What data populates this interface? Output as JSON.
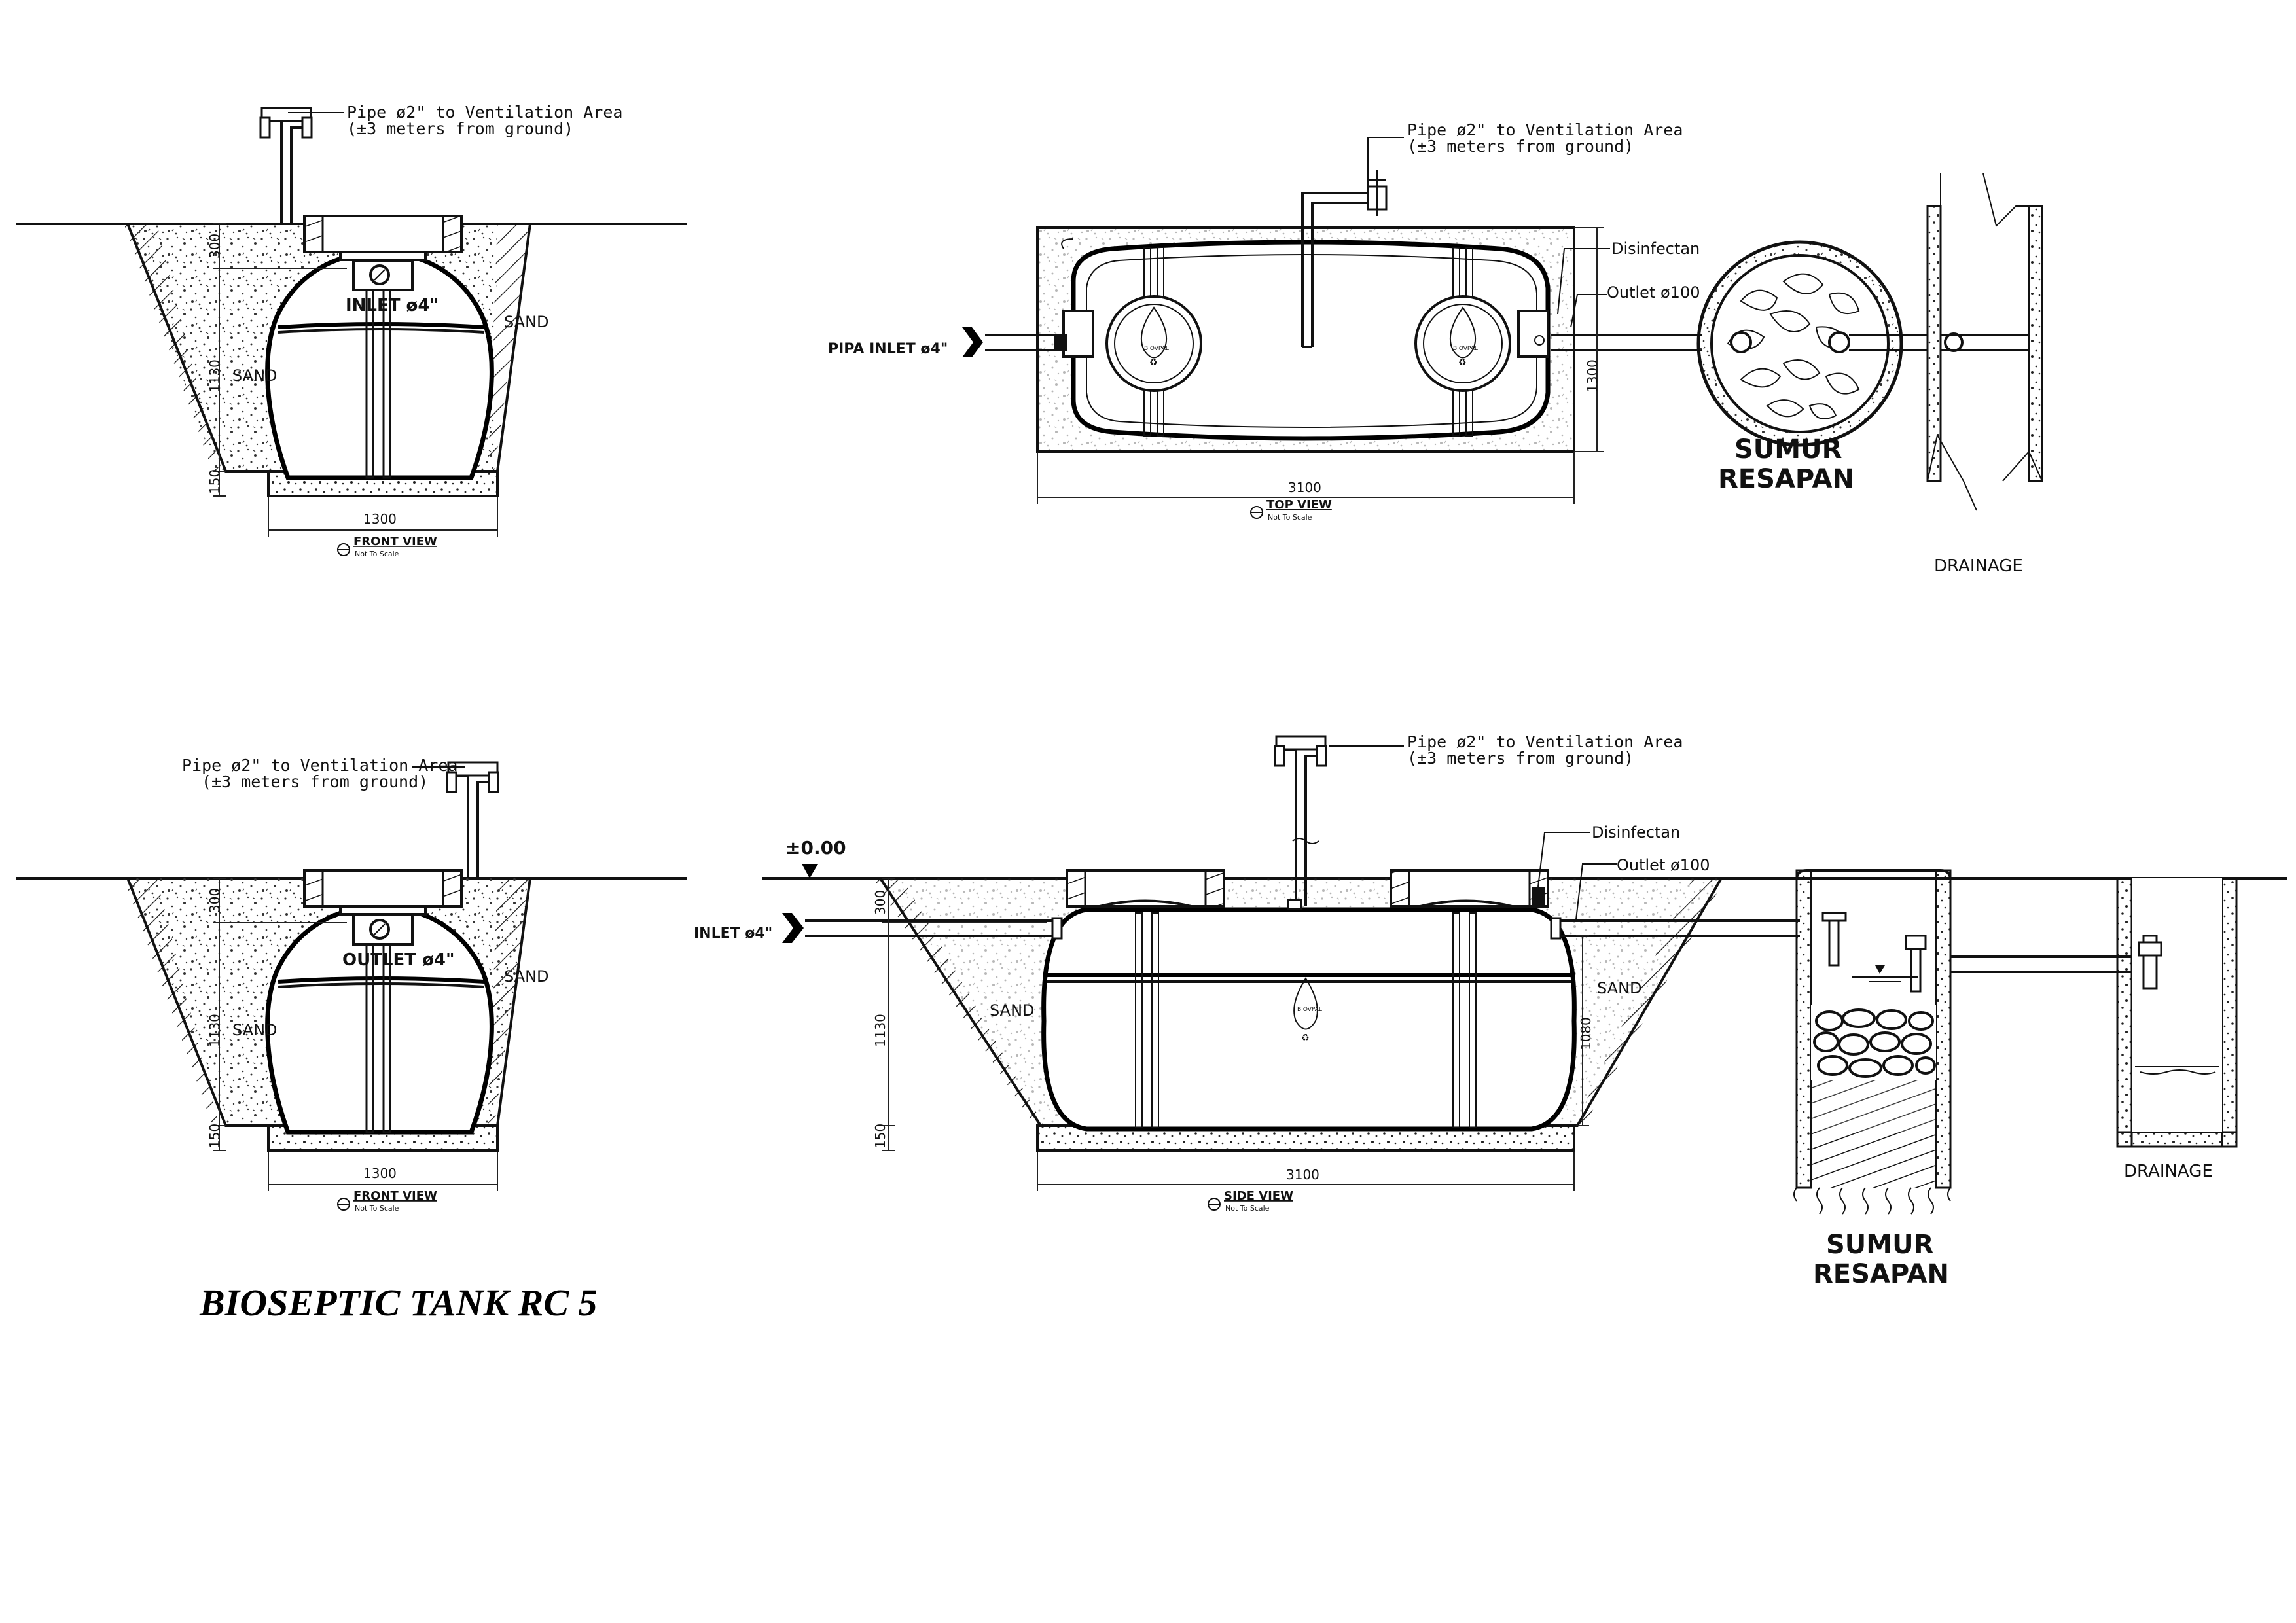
{
  "title": "BIOSEPTIC TANK RC 5",
  "front_view_top": {
    "pipe_label_1": "Pipe ø2\" to Ventilation Area",
    "pipe_label_2": "(±3 meters from ground)",
    "port_label": "INLET ø4\"",
    "sand_left": "SAND",
    "sand_right": "SAND",
    "dim_300": "300",
    "dim_1130": "1130",
    "dim_150": "150",
    "dim_width": "1300",
    "view_title": "FRONT VIEW",
    "scale_note": "Not To Scale"
  },
  "top_view": {
    "pipe_label_1": "Pipe ø2\" to Ventilation Area",
    "pipe_label_2": "(±3 meters from ground)",
    "disinfectan": "Disinfectan",
    "outlet": "Outlet ø100",
    "inlet": "PIPA INLET ø4\"",
    "dim_height": "1300",
    "dim_width": "3100",
    "view_title": "TOP VIEW",
    "scale_note": "Not To Scale",
    "brand": "BIOVPAL",
    "sumur_1": "SUMUR",
    "sumur_2": "RESAPAN",
    "drainage": "DRAINAGE"
  },
  "front_view_bottom": {
    "pipe_label_1": "Pipe ø2\" to Ventilation Area",
    "pipe_label_2": "(±3 meters from ground)",
    "port_label": "OUTLET ø4\"",
    "sand_left": "SAND",
    "sand_right": "SAND",
    "dim_300": "300",
    "dim_1130": "1130",
    "dim_150": "150",
    "dim_width": "1300",
    "view_title": "FRONT VIEW",
    "scale_note": "Not To Scale"
  },
  "side_view": {
    "level": "±0.00",
    "pipe_label_1": "Pipe ø2\" to Ventilation Area",
    "pipe_label_2": "(±3 meters from ground)",
    "disinfectan": "Disinfectan",
    "outlet": "Outlet ø100",
    "inlet": "INLET ø4\"",
    "sand_left": "SAND",
    "sand_right": "SAND",
    "dim_300": "300",
    "dim_1130": "1130",
    "dim_1080": "1080",
    "dim_150": "150",
    "dim_width": "3100",
    "view_title": "SIDE VIEW",
    "scale_note": "Not To Scale",
    "brand": "BIOVPAL",
    "sumur_1": "SUMUR",
    "sumur_2": "RESAPAN",
    "drainage": "DRAINAGE"
  }
}
